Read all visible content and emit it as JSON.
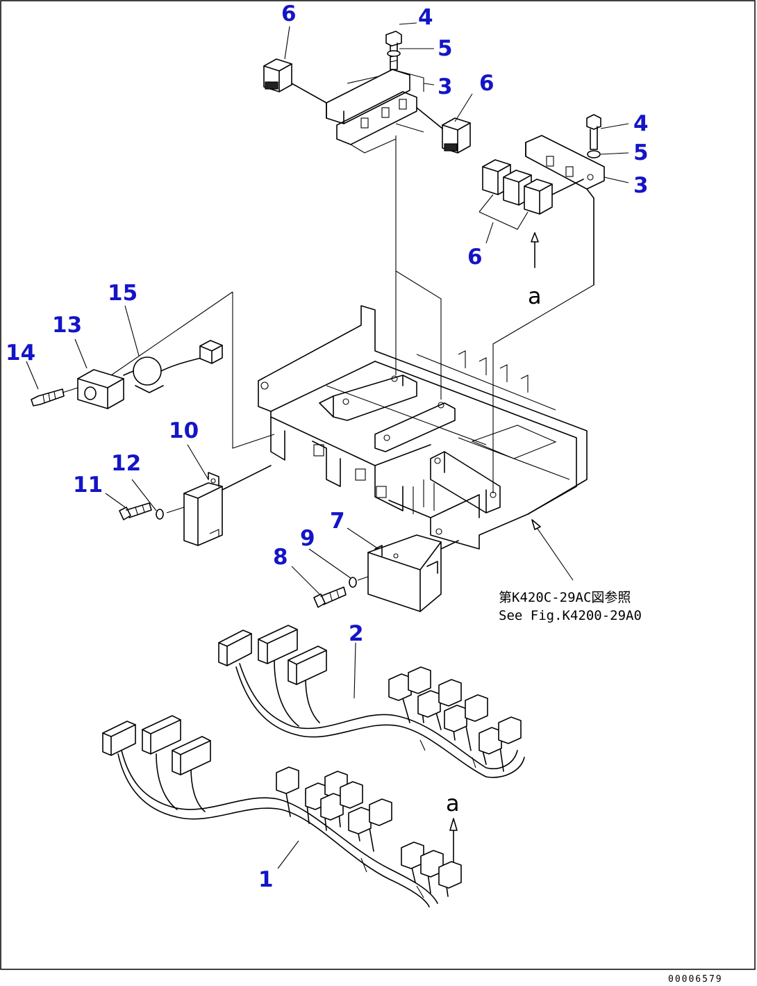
{
  "callouts": {
    "c6_top": "6",
    "c4_top": "4",
    "c5_top": "5",
    "c3_top": "3",
    "c6_mid": "6",
    "c4_right": "4",
    "c5_right": "5",
    "c3_right": "3",
    "c6_right": "6",
    "c15": "15",
    "c13": "13",
    "c14": "14",
    "c10": "10",
    "c12": "12",
    "c11": "11",
    "c7": "7",
    "c9": "9",
    "c8": "8",
    "c2": "2",
    "c1": "1"
  },
  "view_marks": {
    "a_upper": "a",
    "a_lower": "a"
  },
  "reference_note": {
    "line1": "第K420C-29AC図参照",
    "line2": "See Fig.K4200-29A0"
  },
  "drawing_number": "00006579"
}
